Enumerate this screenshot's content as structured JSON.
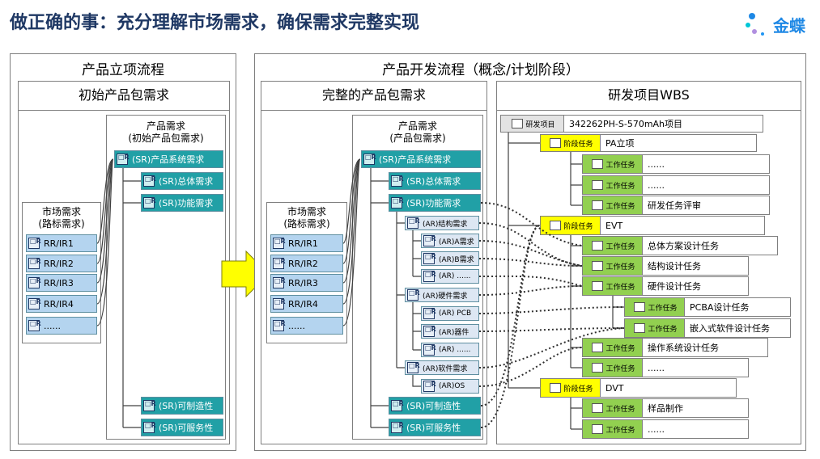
{
  "header": {
    "title": "做正确的事：充分理解市场需求，确保需求完整实现",
    "logo_text": "金蝶"
  },
  "left_panel": {
    "title": "产品立项流程",
    "sub_title": "初始产品包需求",
    "product_req_label": "产品需求\n(初始产品包需求)",
    "market_req_label": "市场需求\n(路标需求)",
    "sr_nodes": [
      "(SR)产品系统需求",
      "(SR)总体需求",
      "(SR)功能需求",
      "(SR)可制造性",
      "(SR)可服务性"
    ],
    "rr_nodes": [
      "RR/IR1",
      "RR/IR2",
      "RR/IR3",
      "RR/IR4",
      "......"
    ]
  },
  "right_panel": {
    "title": "产品开发流程（概念/计划阶段）",
    "sub_title": "完整的产品包需求",
    "product_req_label": "产品需求\n(产品包需求)",
    "market_req_label": "市场需求\n(路标需求)",
    "sr_nodes": [
      "(SR)产品系统需求",
      "(SR)总体需求",
      "(SR)功能需求",
      "(SR)可制造性",
      "(SR)可服务性"
    ],
    "rr_nodes": [
      "RR/IR1",
      "RR/IR2",
      "RR/IR3",
      "RR/IR4",
      "......"
    ],
    "ar_nodes": [
      "(AR)结构需求",
      "(AR)A需求",
      "(AR)B需求",
      "(AR) ......",
      "(AR)硬件需求",
      "(AR) PCB",
      "(AR)器件",
      "(AR) ......",
      "(AR)软件需求",
      "(AR)OS"
    ]
  },
  "wbs": {
    "title": "研发项目WBS",
    "project_tag": "研发项目",
    "project_name": "342262PH-S-570mAh项目",
    "stage_tag": "阶段任务",
    "work_tag": "工作任务",
    "rows": [
      "PA立项",
      "......",
      "......",
      "研发任务评审",
      "EVT",
      "总体方案设计任务",
      "结构设计任务",
      "硬件设计任务",
      "PCBA设计任务",
      "嵌入式软件设计任务",
      "操作系统设计任务",
      "......",
      "DVT",
      "样品制作",
      "......"
    ]
  },
  "colors": {
    "title_blue": "#1f3864",
    "sr_teal": "#21a0a6",
    "rr_blue": "#b4d4ef",
    "stage_yellow": "#ffff00",
    "work_green": "#92d050",
    "arrow_yellow": "#ffff00"
  }
}
